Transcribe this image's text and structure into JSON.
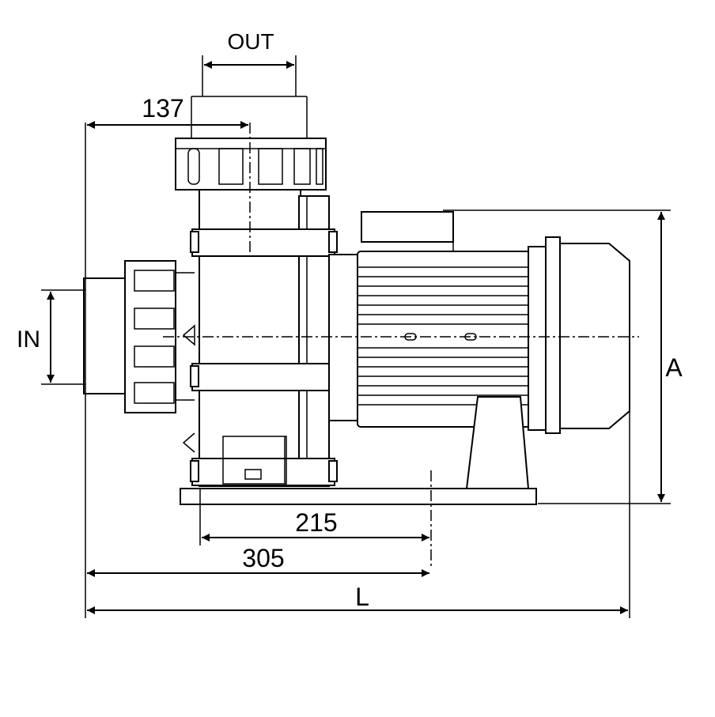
{
  "diagram": {
    "labels": {
      "out": "OUT",
      "in": "IN",
      "a": "A",
      "l": "L"
    },
    "dimensions": {
      "outlet_offset": "137",
      "base_inner": "215",
      "base_outer": "305"
    }
  }
}
